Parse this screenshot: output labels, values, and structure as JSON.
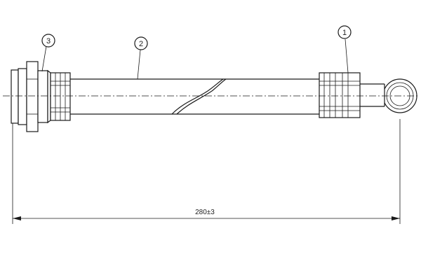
{
  "drawing": {
    "callouts": [
      {
        "id": "3",
        "label": "3"
      },
      {
        "id": "2",
        "label": "2"
      },
      {
        "id": "1",
        "label": "1"
      }
    ],
    "dimension": {
      "label": "280±3"
    }
  }
}
